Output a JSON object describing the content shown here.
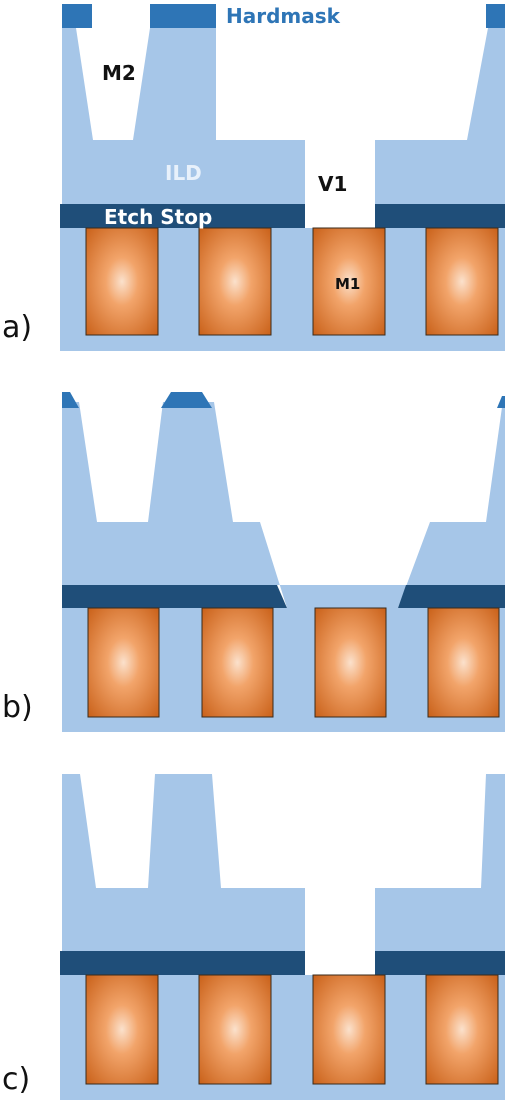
{
  "panels": [
    {
      "id": "a",
      "label": "a)"
    },
    {
      "id": "b",
      "label": "b)"
    },
    {
      "id": "c",
      "label": "c)"
    }
  ],
  "labels": {
    "hardmask": "Hardmask",
    "m2": "M2",
    "ild": "ILD",
    "v1": "V1",
    "etch_stop": "Etch Stop",
    "m1": "M1"
  },
  "colors": {
    "ild": "#a6c6e8",
    "etch_stop": "#1f4e79",
    "hardmask": "#2e75b6",
    "copper_dark": "#c55a11",
    "copper_light": "#fbe1cc",
    "line_outline": "#3a2a1a",
    "hardmask_text": "#2e75b6",
    "ild_text": "#e8f1fb",
    "etch_text": "#ffffff",
    "dark_text": "#111111"
  }
}
